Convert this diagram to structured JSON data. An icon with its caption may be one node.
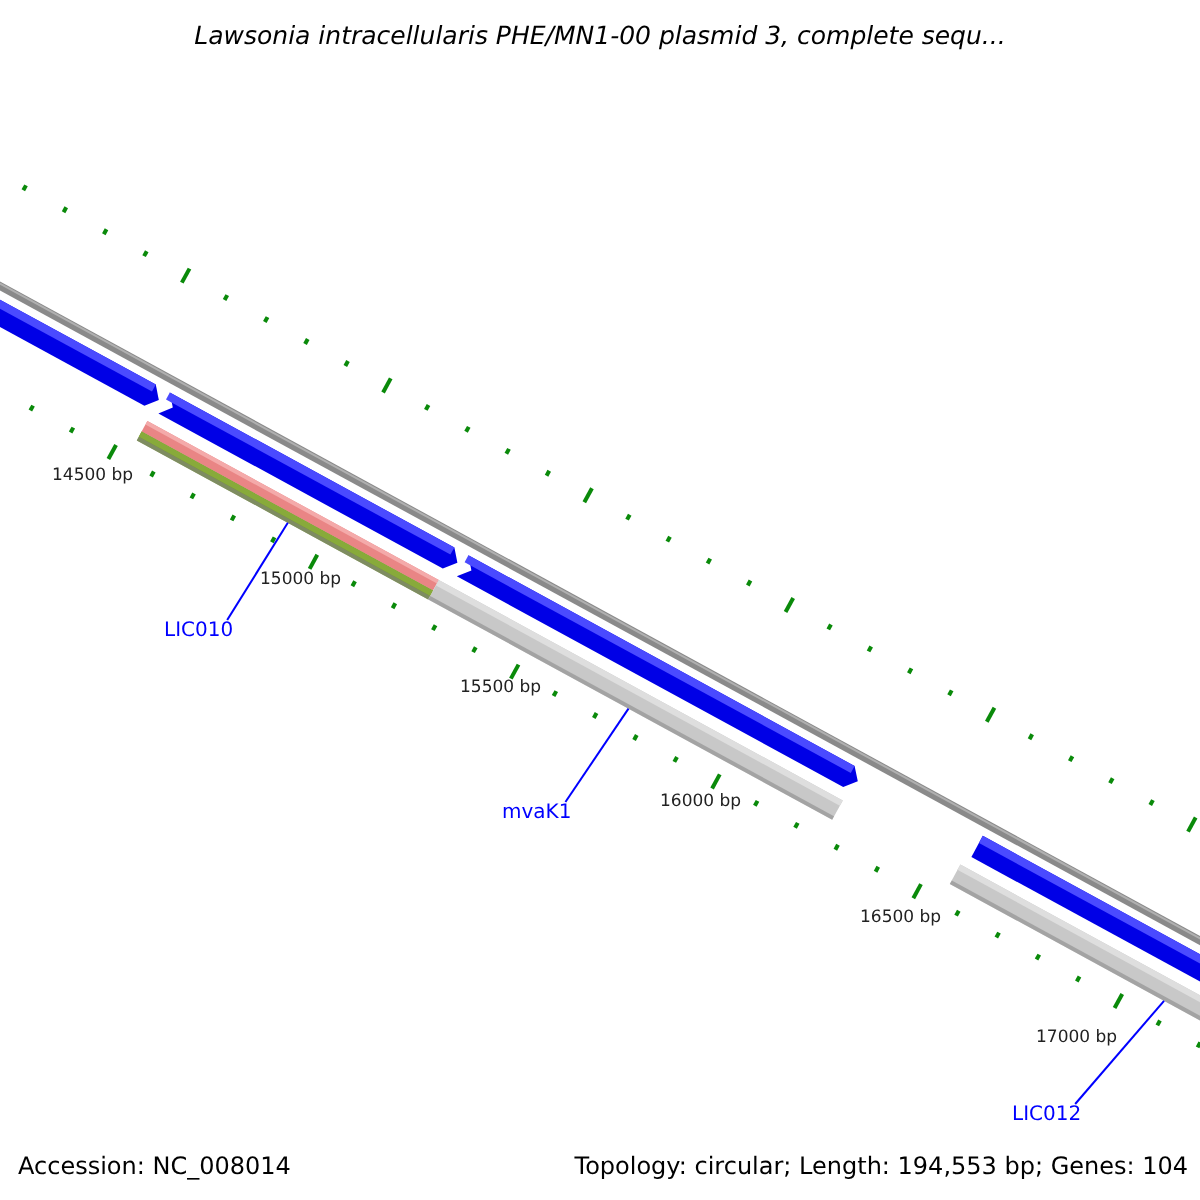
{
  "diagram": {
    "title": "Lawsonia intracellularis PHE/MN1-00 plasmid 3, complete sequ...",
    "nodes": [
      {
        "text": [
          "LIC010"
        ]
      },
      {
        "text": [],
        "shape": "bar"
      },
      {
        "text": [
          "mvaK1"
        ]
      },
      {
        "text": [],
        "shape": "bar"
      },
      {
        "text": [
          "LIC012"
        ]
      },
      {
        "text": [],
        "shape": "bar"
      }
    ],
    "edges": [
      {
        "from": 0,
        "to": 1,
        "arrow": "none"
      },
      {
        "from": 2,
        "to": 3,
        "arrow": "none"
      },
      {
        "from": 4,
        "to": 5,
        "arrow": "none"
      }
    ],
    "labels": [
      "14500 bp",
      "15000 bp",
      "15500 bp",
      "16000 bp",
      "16500 bp",
      "17000 bp",
      "Accession: NC_008014",
      "Topology: circular; Length: 194,553 bp; Genes: 104"
    ]
  }
}
